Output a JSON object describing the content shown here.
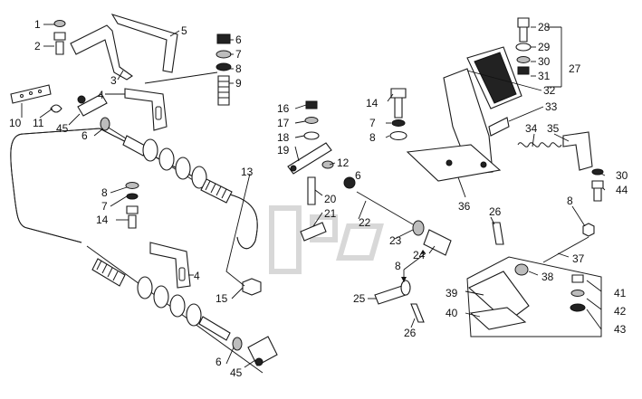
{
  "diagram": {
    "colors": {
      "ink": "#1a1a1a",
      "background": "#ffffff",
      "watermark": "#d8d8d8"
    },
    "callouts": [
      {
        "id": "c1",
        "text": "1"
      },
      {
        "id": "c2",
        "text": "2"
      },
      {
        "id": "c3",
        "text": "3"
      },
      {
        "id": "c4a",
        "text": "4"
      },
      {
        "id": "c4b",
        "text": "4"
      },
      {
        "id": "c5",
        "text": "5"
      },
      {
        "id": "c6a",
        "text": "6"
      },
      {
        "id": "c6b",
        "text": "6"
      },
      {
        "id": "c6c",
        "text": "6"
      },
      {
        "id": "c6d",
        "text": "6"
      },
      {
        "id": "c7a",
        "text": "7"
      },
      {
        "id": "c7b",
        "text": "7"
      },
      {
        "id": "c7c",
        "text": "7"
      },
      {
        "id": "c8a",
        "text": "8"
      },
      {
        "id": "c8b",
        "text": "8"
      },
      {
        "id": "c8c",
        "text": "8"
      },
      {
        "id": "c8d",
        "text": "8"
      },
      {
        "id": "c8e",
        "text": "8"
      },
      {
        "id": "c9",
        "text": "9"
      },
      {
        "id": "c10",
        "text": "10"
      },
      {
        "id": "c11",
        "text": "11"
      },
      {
        "id": "c12",
        "text": "12"
      },
      {
        "id": "c13",
        "text": "13"
      },
      {
        "id": "c14a",
        "text": "14"
      },
      {
        "id": "c14b",
        "text": "14"
      },
      {
        "id": "c15",
        "text": "15"
      },
      {
        "id": "c16",
        "text": "16"
      },
      {
        "id": "c17",
        "text": "17"
      },
      {
        "id": "c18",
        "text": "18"
      },
      {
        "id": "c19",
        "text": "19"
      },
      {
        "id": "c20",
        "text": "20"
      },
      {
        "id": "c21",
        "text": "21"
      },
      {
        "id": "c22",
        "text": "22"
      },
      {
        "id": "c23",
        "text": "23"
      },
      {
        "id": "c24",
        "text": "24"
      },
      {
        "id": "c25",
        "text": "25"
      },
      {
        "id": "c26a",
        "text": "26"
      },
      {
        "id": "c26b",
        "text": "26"
      },
      {
        "id": "c27",
        "text": "27"
      },
      {
        "id": "c28",
        "text": "28"
      },
      {
        "id": "c29",
        "text": "29"
      },
      {
        "id": "c30a",
        "text": "30"
      },
      {
        "id": "c30b",
        "text": "30"
      },
      {
        "id": "c31",
        "text": "31"
      },
      {
        "id": "c32",
        "text": "32"
      },
      {
        "id": "c33",
        "text": "33"
      },
      {
        "id": "c34",
        "text": "34"
      },
      {
        "id": "c35",
        "text": "35"
      },
      {
        "id": "c36",
        "text": "36"
      },
      {
        "id": "c37",
        "text": "37"
      },
      {
        "id": "c38",
        "text": "38"
      },
      {
        "id": "c39",
        "text": "39"
      },
      {
        "id": "c40",
        "text": "40"
      },
      {
        "id": "c41",
        "text": "41"
      },
      {
        "id": "c42",
        "text": "42"
      },
      {
        "id": "c43",
        "text": "43"
      },
      {
        "id": "c44",
        "text": "44"
      },
      {
        "id": "c45a",
        "text": "45"
      },
      {
        "id": "c45b",
        "text": "45"
      }
    ]
  }
}
